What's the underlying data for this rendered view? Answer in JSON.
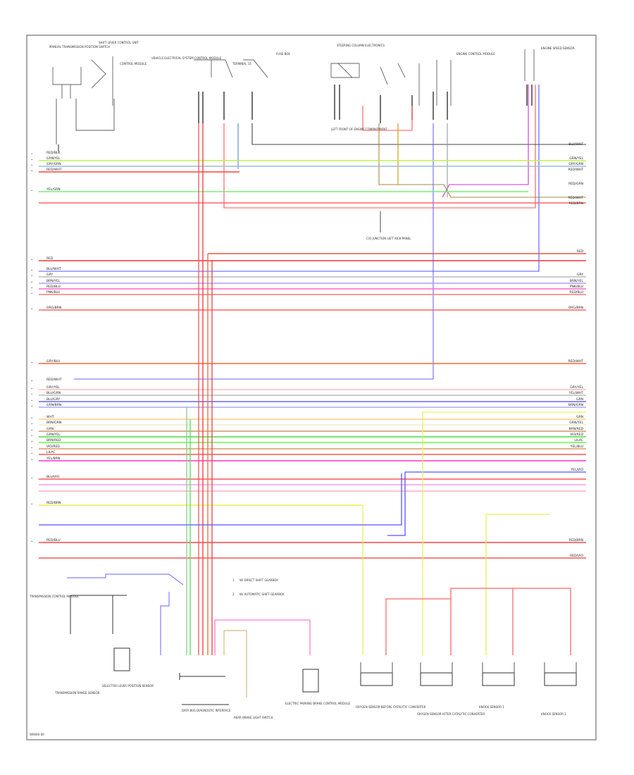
{
  "diagram": {
    "footer_code": "W0000-00",
    "legend": {
      "items": [
        "W/ DIRECT SHIFT GEARBOX",
        "W/ AUTOMATIC SHIFT GEARBOX"
      ]
    },
    "top_components": [
      "MANUAL TRANSMISSION POSITION SWITCH",
      "SHIFT LEVER CONTROL UNIT",
      "CONTROL MODULE",
      "VEHICLE ELECTRICAL SYSTEM CONTROL MODULE",
      "TERMINAL 15",
      "FUSE BOX",
      "STEERING COLUMN ELECTRONICS",
      "LEFT FRONT OF ENGINE COMPARTMENT",
      "ENGINE CONTROL MODULE",
      "ENGINE SPEED SENSOR"
    ],
    "splice_label": "C/O JUNCTION LEFT KICK PANEL",
    "bottom_components": [
      "TRANSMISSION CONTROL MODULE",
      "TRANSMISSION RANGE SENSOR",
      "SELECTOR LEVER POSITION SENSOR",
      "DATA BUS DIAGNOSTIC INTERFACE",
      "REAR BRAKE LIGHT SWITCH",
      "ELECTRIC PARKING BRAKE CONTROL MODULE",
      "OXYGEN SENSOR BEFORE CATALYTIC CONVERTER",
      "OXYGEN SENSOR AFTER CATALYTIC CONVERTER",
      "KNOCK SENSOR 1",
      "KNOCK SENSOR 2"
    ],
    "wire_labels_left": [
      "RED/BLK",
      "GRN/YEL",
      "GRY/GRN",
      "RED/WHT",
      "YEL/GRN",
      "RED",
      "BLU/WHT",
      "GRY",
      "BRN/YEL",
      "RED/BLU",
      "PNK/BLU",
      "ORG/BRN",
      "GRY/BLU",
      "RED/WHT",
      "GRY/YEL",
      "BLU/GRN",
      "BLU/GRY",
      "GRN/BRN",
      "WHT",
      "BRN/GRN",
      "GRN",
      "GRN/YEL",
      "BRN/RED",
      "VIO/RED",
      "LILAC",
      "YEL/BRN",
      "BLU/VIO",
      "RED/BRN",
      "RED/BLU"
    ],
    "wire_labels_right": [
      "BLU/WHT",
      "GRN/YEL",
      "GRY/GRN",
      "RED/WHT",
      "RED/GRN",
      "RED/WHT",
      "RED/BRN",
      "RED",
      "GRY",
      "BRN/YEL",
      "PNK/BLU",
      "RED/BLU",
      "ORG/BRN",
      "RED/WHT",
      "GRY/YEL",
      "YEL/WHT",
      "GRN",
      "BRN/GRN",
      "GRN",
      "GRN/YEL",
      "BRN/RED",
      "VIO/RED",
      "LILAC",
      "YEL/BLU",
      "YEL/VIO",
      "RED/BRN",
      "RED/VIO"
    ]
  }
}
